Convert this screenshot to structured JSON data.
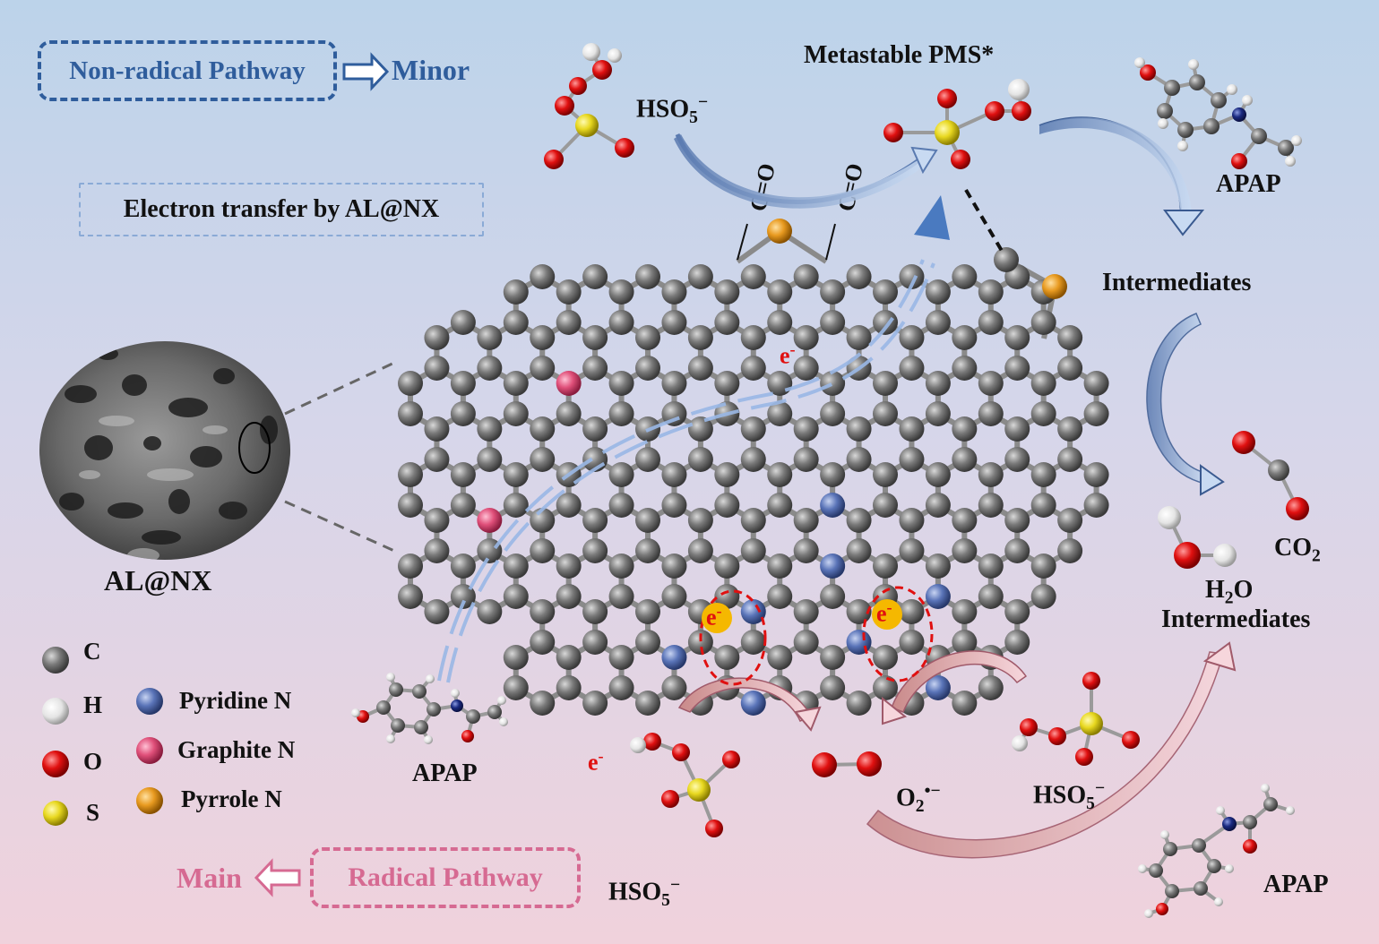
{
  "pathways": {
    "non_radical": "Non-radical Pathway",
    "minor": "Minor",
    "radical": "Radical Pathway",
    "main": "Main"
  },
  "electron_transfer": "Electron transfer by AL@NX",
  "catalyst": "AL@NX",
  "metastable": "Metastable PMS*",
  "species": {
    "hso5_top": "HSO",
    "apap": "APAP",
    "intermediates": "Intermediates",
    "co2": "CO",
    "h2o": "H",
    "h2o_tail": "O",
    "intermediates2": "Intermediates",
    "superoxide": "O",
    "electron": "e"
  },
  "legend": {
    "c": "C",
    "h": "H",
    "o": "O",
    "s": "S",
    "pyridine": "Pyridine N",
    "graphite": "Graphite N",
    "pyrrole": "Pyrrole N"
  },
  "colors": {
    "carbon": "#6e6e6e",
    "hydrogen": "#f2f2f2",
    "oxygen": "#e01010",
    "sulfur": "#e8d820",
    "pyridine_n": "#5a74b8",
    "graphite_n": "#e0507a",
    "pyrrole_n": "#e89a20",
    "blue_box": "#2f5d9c",
    "pink_box": "#d66a92"
  }
}
